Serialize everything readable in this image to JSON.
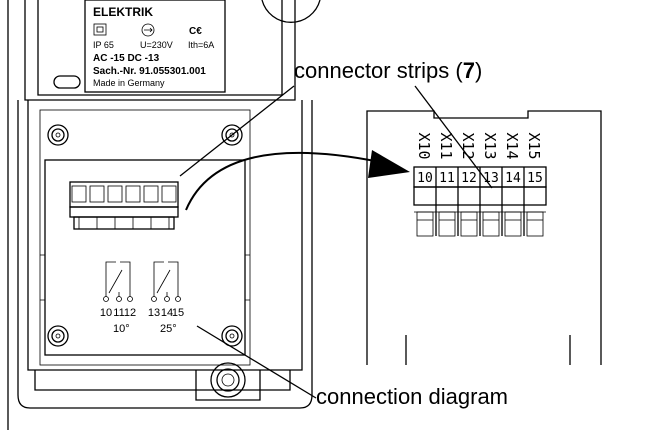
{
  "callouts": {
    "connector_strips_prefix": "connector strips (",
    "connector_strips_number": "7",
    "connector_strips_suffix": ")",
    "connection_diagram": "connection diagram"
  },
  "nameplate": {
    "brand": "ELEKTRIK",
    "ip": "IP 65",
    "voltage": "U=230V",
    "current": "Ith=6A",
    "ac_dc": "AC -15   DC -13",
    "serial": "Sach.-Nr. 91.055301.001",
    "made_in": "Made in Germany"
  },
  "device_terminals": [
    "10",
    "11",
    "12",
    "13",
    "14",
    "15"
  ],
  "temperatures": [
    "10°",
    "25°"
  ],
  "detail": {
    "x_labels": [
      "X10",
      "X11",
      "X12",
      "X13",
      "X14",
      "X15"
    ],
    "terminal_numbers": [
      "10",
      "11",
      "12",
      "13",
      "14",
      "15"
    ]
  }
}
